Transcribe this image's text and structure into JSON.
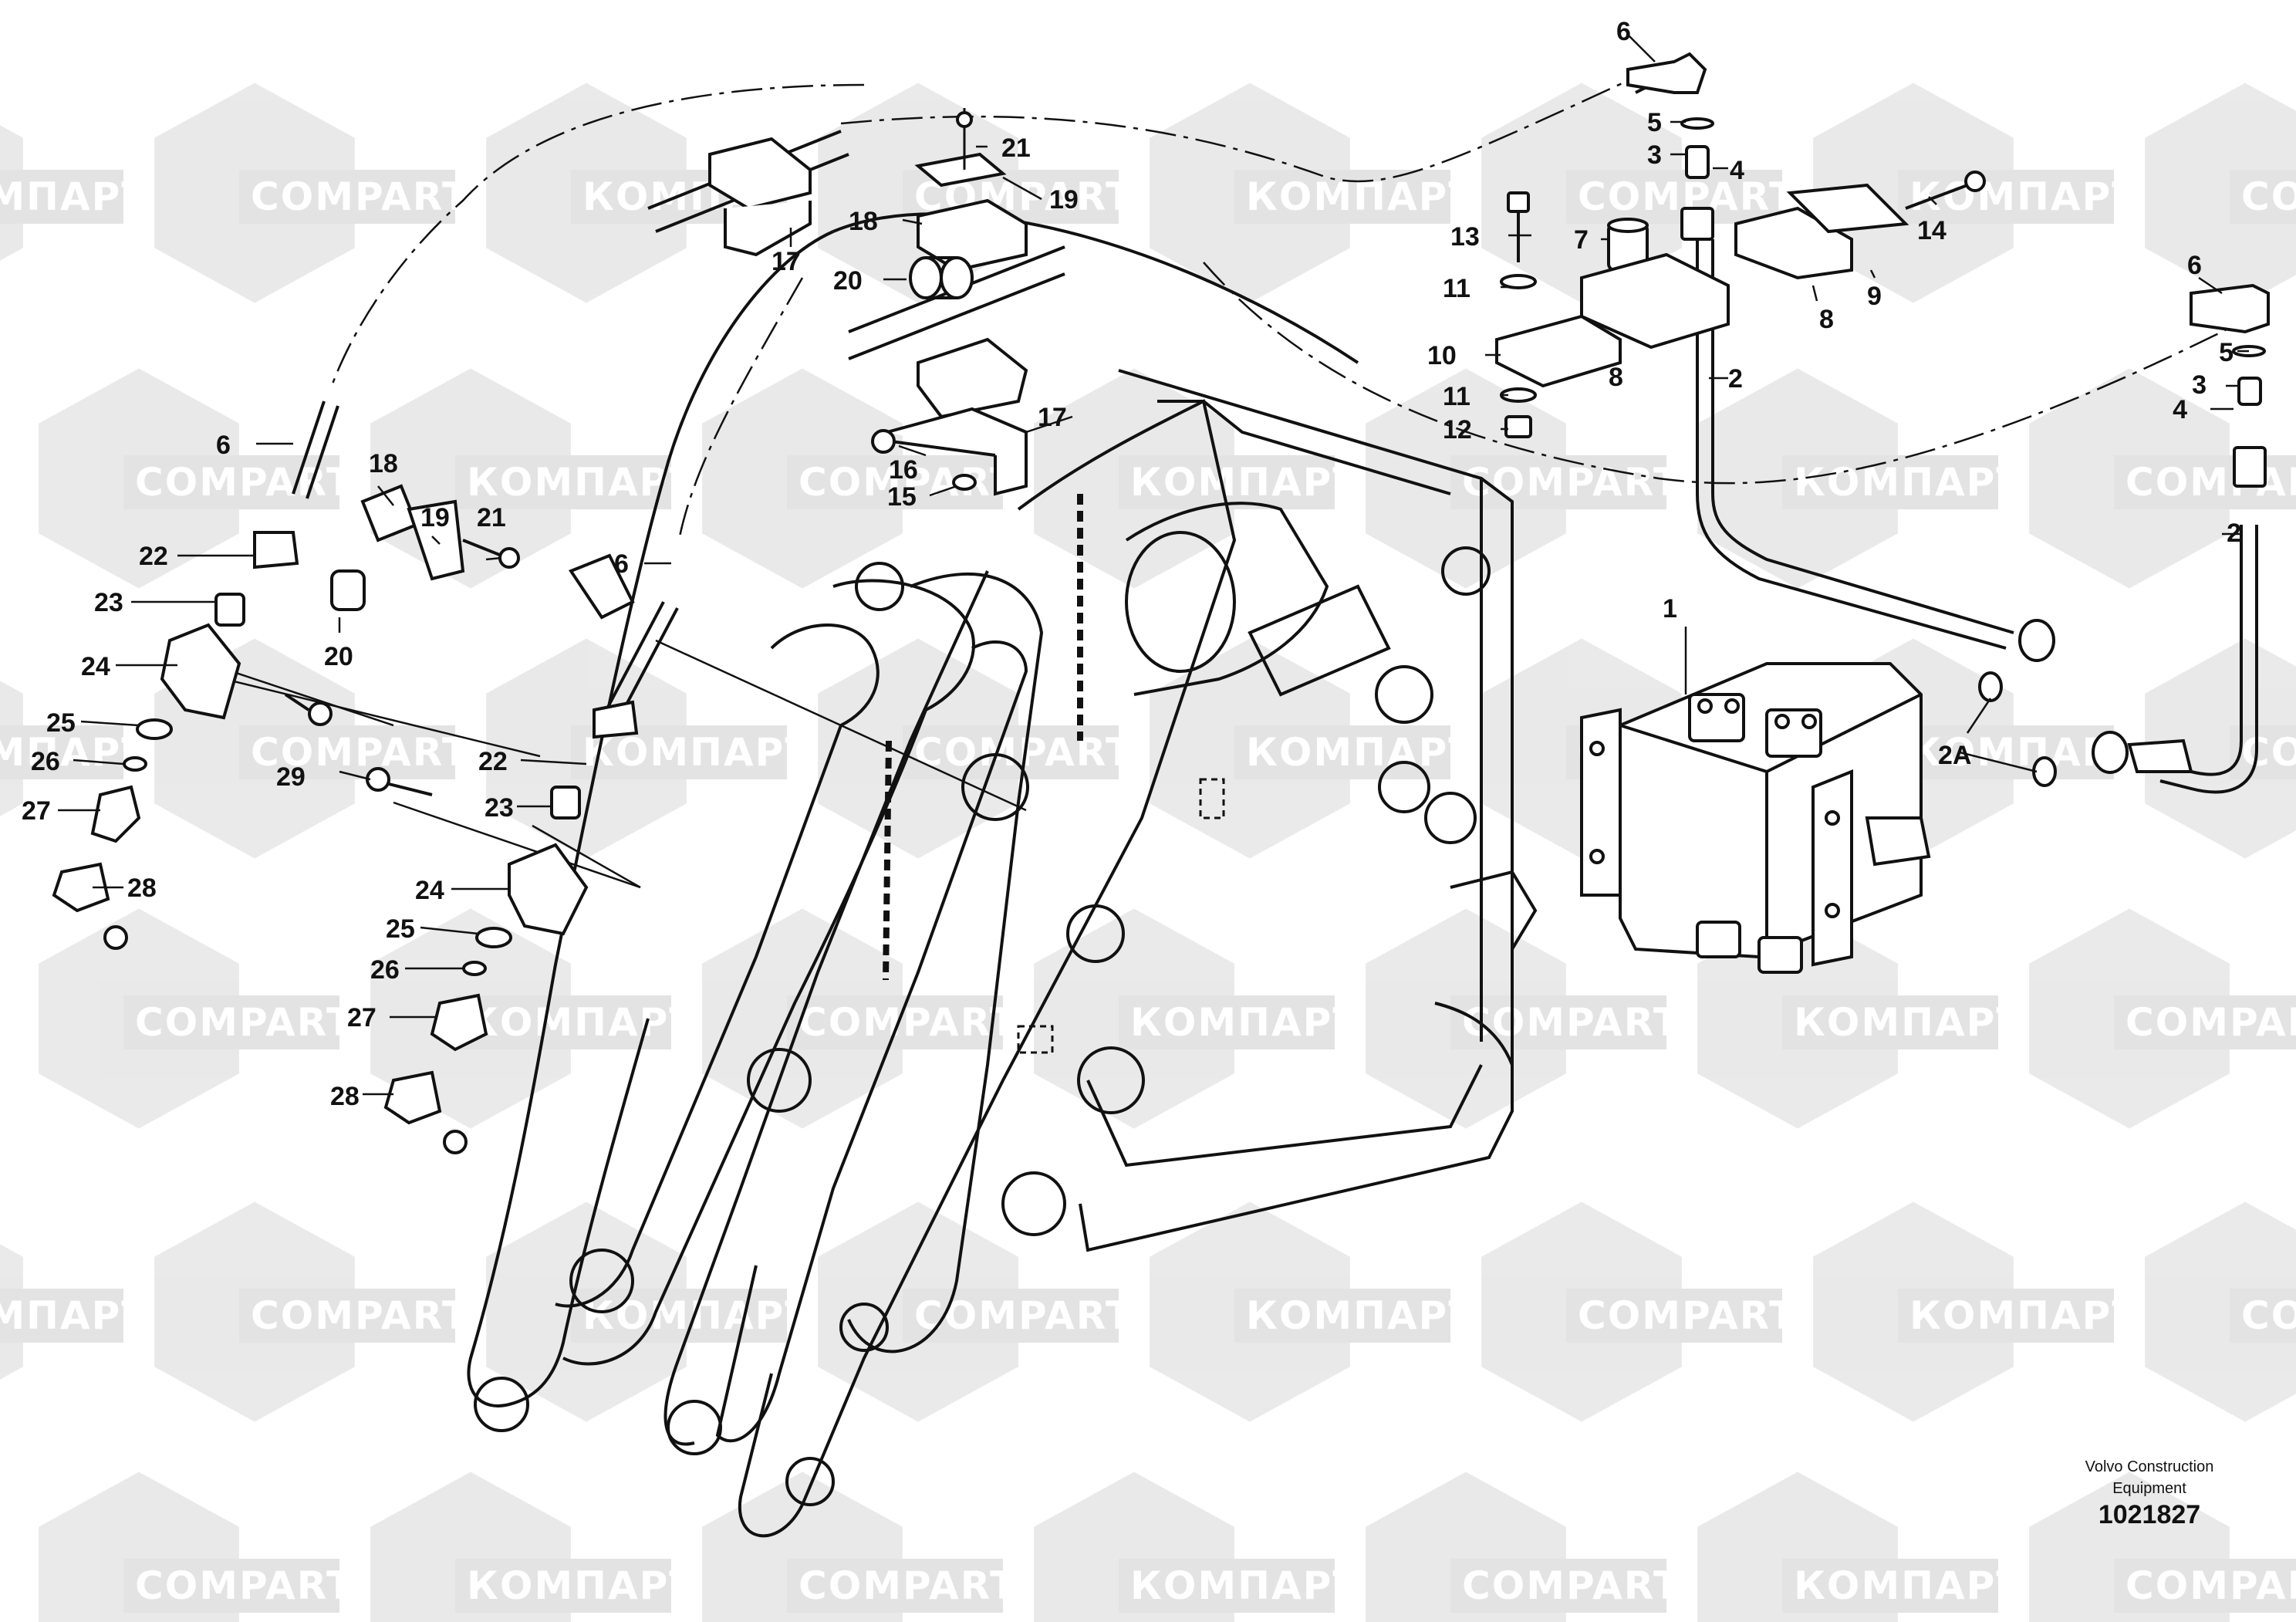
{
  "diagram": {
    "watermark_text": [
      "КОМПАРТ",
      "COMPART"
    ],
    "callouts": [
      "1",
      "2",
      "2",
      "2A",
      "3",
      "3",
      "4",
      "4",
      "5",
      "5",
      "6",
      "6",
      "6",
      "6",
      "7",
      "8",
      "8",
      "8",
      "9",
      "10",
      "11",
      "11",
      "12",
      "13",
      "14",
      "15",
      "16",
      "17",
      "17",
      "18",
      "18",
      "19",
      "19",
      "20",
      "20",
      "21",
      "21",
      "22",
      "22",
      "23",
      "23",
      "24",
      "24",
      "25",
      "25",
      "26",
      "26",
      "27",
      "27",
      "28",
      "28",
      "29"
    ],
    "publisher": "Volvo Construction",
    "publisher_line2": "Equipment",
    "figure_code": "1021827"
  }
}
